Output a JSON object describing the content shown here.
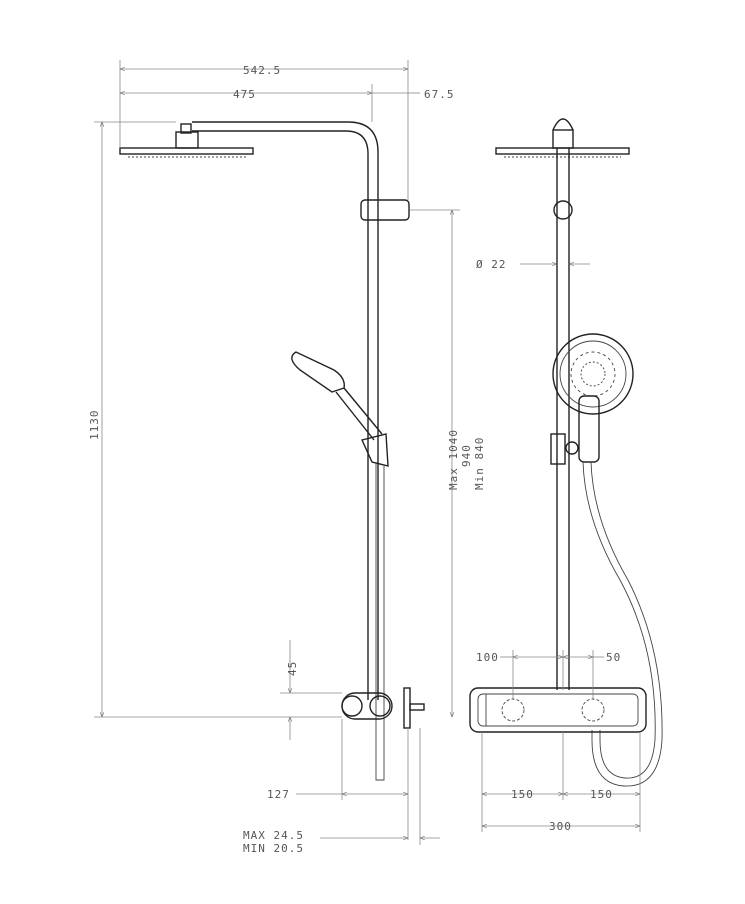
{
  "dimensions": {
    "overall_arm": "542.5",
    "arm_reach": "475",
    "wall_offset": "67.5",
    "total_height": "1130",
    "adjust_max": "Max 1040",
    "adjust_mid": "940",
    "adjust_min": "Min 840",
    "valve_height": "45",
    "valve_depth": "127",
    "wall_max": "MAX 24.5",
    "wall_min": "MIN 20.5",
    "pipe_diameter": "Ø 22",
    "inlet_left": "100",
    "inlet_right": "50",
    "half_width_left": "150",
    "half_width_right": "150",
    "total_width": "300"
  },
  "colors": {
    "line": "#222222",
    "dimension": "#888888"
  }
}
